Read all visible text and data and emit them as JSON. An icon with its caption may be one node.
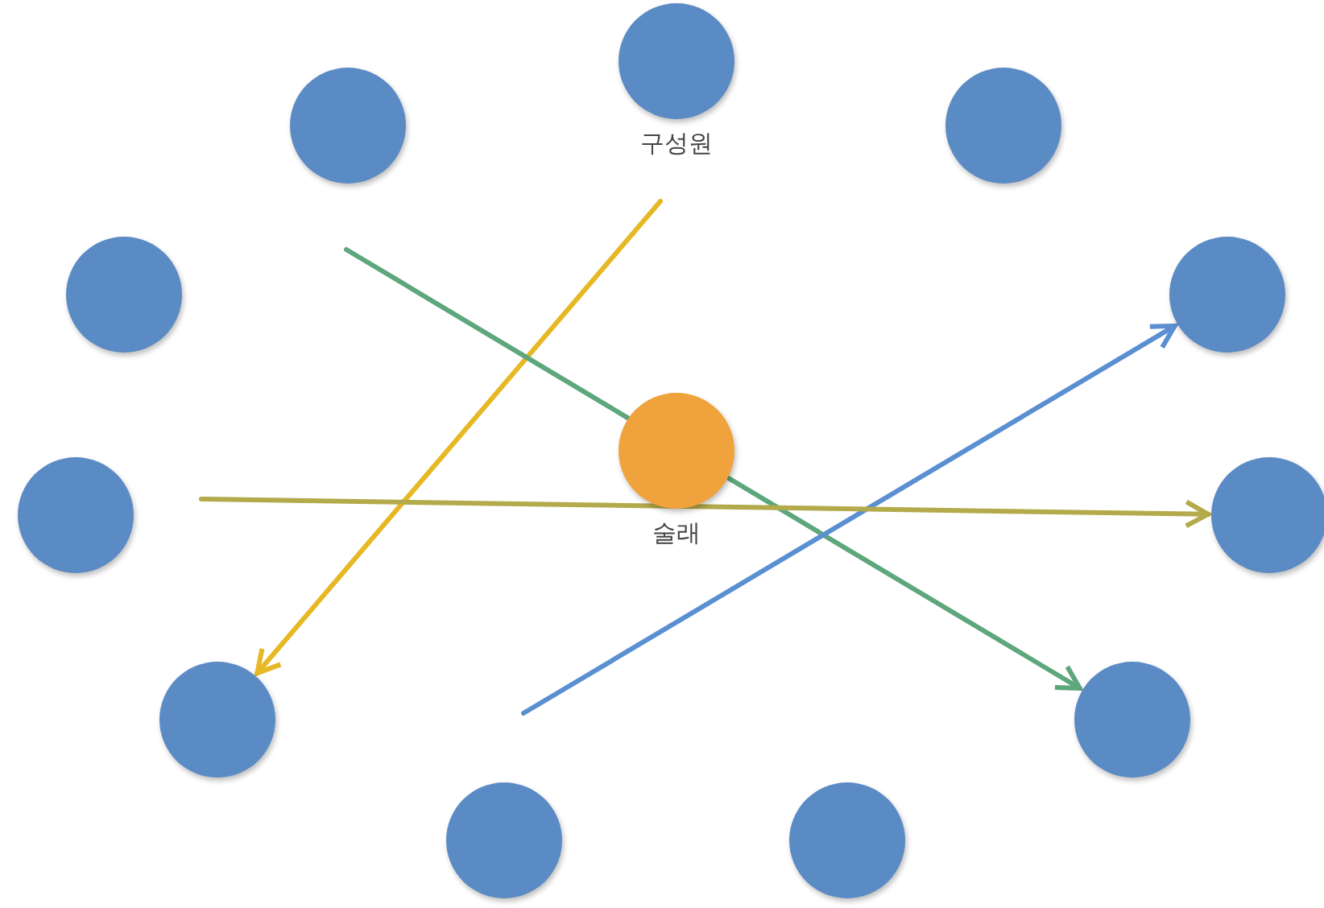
{
  "diagram": {
    "nodes": [
      {
        "text": [
          "구성원"
        ]
      },
      {
        "text": [],
        "shape": "circle"
      },
      {
        "text": [],
        "shape": "circle"
      },
      {
        "text": [],
        "shape": "circle"
      },
      {
        "text": [],
        "shape": "circle"
      },
      {
        "text": [
          "술래"
        ]
      },
      {
        "text": [],
        "shape": "circle"
      },
      {
        "text": [],
        "shape": "circle"
      },
      {
        "text": [],
        "shape": "circle"
      },
      {
        "text": [],
        "shape": "circle"
      },
      {
        "text": [],
        "shape": "circle"
      },
      {
        "text": [],
        "shape": "circle"
      }
    ],
    "edges": [
      {
        "from": null,
        "to": 8,
        "arrow": "to",
        "color": "#e6b824"
      },
      {
        "from": null,
        "to": 9,
        "arrow": "to",
        "color": "#5ea67c"
      },
      {
        "from": null,
        "to": 4,
        "arrow": "to",
        "color": "#5a8fd2"
      },
      {
        "from": null,
        "to": 7,
        "arrow": "to",
        "color": "#b3aa4c"
      }
    ]
  }
}
